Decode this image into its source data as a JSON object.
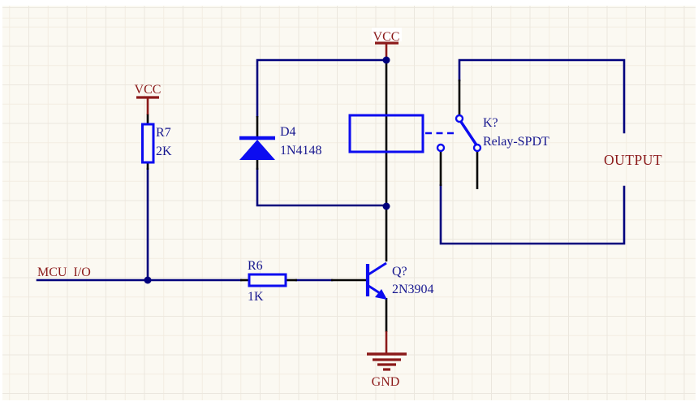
{
  "schematic": {
    "power_labels": {
      "vcc_top": "VCC",
      "vcc_left": "VCC",
      "gnd": "GND"
    },
    "net_labels": {
      "mcu_io": "MCU  I/O",
      "output": "OUTPUT"
    },
    "components": {
      "r7": {
        "designator": "R7",
        "value": "2K"
      },
      "r6": {
        "designator": "R6",
        "value": "1K"
      },
      "d4": {
        "designator": "D4",
        "value": "1N4148"
      },
      "q1": {
        "designator": "Q?",
        "value": "2N3904"
      },
      "k1": {
        "designator": "K?",
        "value": "Relay-SPDT"
      }
    },
    "colors": {
      "background": "#fbf9f2",
      "grid_line": "#ebe7de",
      "wire": "#00007d",
      "component_outline": "#0c0cf0",
      "pin": "#000000",
      "power_label": "#8b1a1a",
      "component_text": "#17178f"
    }
  }
}
